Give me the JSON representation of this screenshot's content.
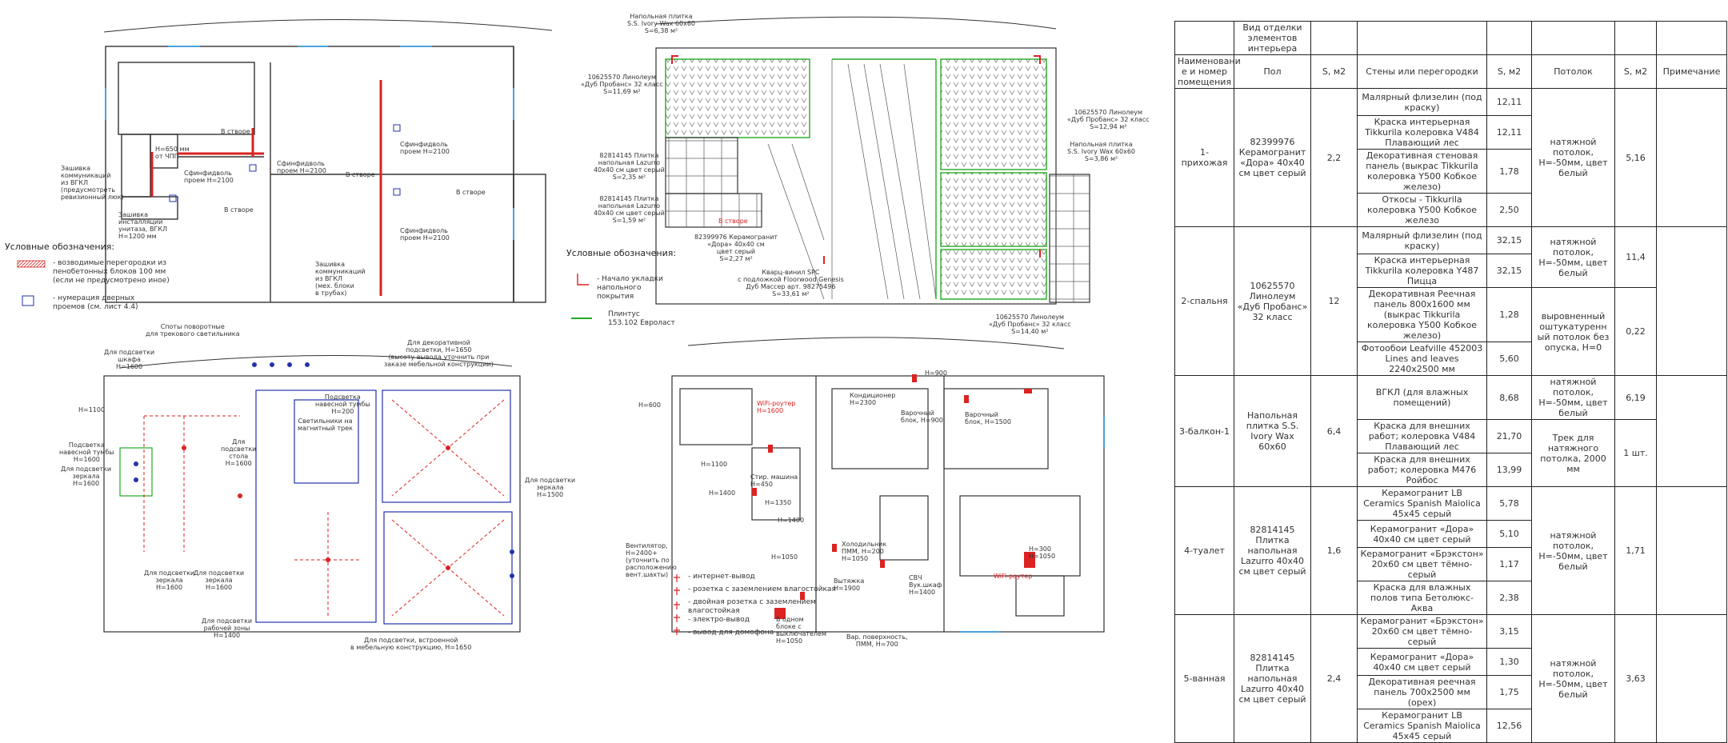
{
  "plans": {
    "plan1": {
      "labels": [
        {
          "id": "door1",
          "text": "В створе"
        },
        {
          "id": "door2",
          "text": "В створе"
        },
        {
          "id": "door3",
          "text": "В створе"
        },
        {
          "id": "door4",
          "text": "В створе"
        },
        {
          "id": "door5",
          "text": "Н=650 мм\nот ЧПП"
        },
        {
          "id": "door6",
          "text": "Сфинфидволь\nпроем Н=2100"
        },
        {
          "id": "door7",
          "text": "Сфинфидволь\nпроем Н=2100"
        },
        {
          "id": "door8",
          "text": "Сфинфидволь\nпроем Н=2100"
        },
        {
          "id": "door9",
          "text": "Сфинфидволь\nпроем Н=2100"
        },
        {
          "id": "note1",
          "text": "Зашивка\nкоммуникаций\nиз ВГКЛ\n(предусмотреть\nревизионный люк)"
        },
        {
          "id": "note2",
          "text": "Зашивка\nинсталляции\nунитаза, ВГКЛ\nН=1200 мм"
        },
        {
          "id": "note3",
          "text": "Зашивка\nкоммуникаций\nиз ВГКЛ\n(мех. блоки\nв трубах)"
        }
      ],
      "legend": {
        "title": "Условные обозначения:",
        "items": [
          {
            "id": "leg1",
            "text": "- возводимые перегородки из\nпенобетонных блоков 100 мм\n(если не предусмотрено иное)"
          },
          {
            "id": "leg2",
            "text": "- нумерация дверных\nпроемов (см. лист 4.4)"
          }
        ]
      }
    },
    "plan2": {
      "labels": [
        {
          "id": "p2a",
          "text": "Напольная плитка\nS.S. Ivory Wax 60x60\nS=6,38 м²"
        },
        {
          "id": "p2b",
          "text": "10625570 Линолеум\n«Дуб Пробанс» 32 класс\nS=11,69 м²"
        },
        {
          "id": "p2c",
          "text": "82814145 Плитка\nнапольная Lazurro\n40x40 см цвет серый\nS=2,35 м²"
        },
        {
          "id": "p2d",
          "text": "82814145 Плитка\nнапольная Lazurro\n40x40 см цвет серый\nS=1,59 м²"
        },
        {
          "id": "p2e",
          "text": "82399976 Керамогранит\n«Дора» 40x40 см\nцвет серый\nS=2,27 м²"
        },
        {
          "id": "p2f",
          "text": "Кварц-винил SPC\nс подложкой Floorwood Genesis\nДуб Массер арт. 98275496\nS=33,61 м²"
        },
        {
          "id": "p2g",
          "text": "10625570 Линолеум\n«Дуб Пробанс» 32 класс\nS=12,94 м²"
        },
        {
          "id": "p2h",
          "text": "Напольная плитка\nS.S. Ivory Wax 60x60\nS=3,86 м²"
        },
        {
          "id": "p2i",
          "text": "10625570 Линолеум\n«Дуб Пробанс» 32 класс\nS=14,40 м²"
        },
        {
          "id": "p2j",
          "text": "В створе"
        }
      ],
      "legend": {
        "title": "Условные обозначения:",
        "items": [
          {
            "id": "l2a",
            "text": "- Начало укладки\nнапольного\nпокрытия"
          },
          {
            "id": "l2b",
            "text": "Плинтус\n153.102 Евроласт"
          }
        ]
      }
    },
    "plan3": {
      "labels": [
        {
          "id": "p3a",
          "text": "Споты поворотные\nдля трекового светильника"
        },
        {
          "id": "p3b",
          "text": "Для декоративной\nподсветки, Н=1650\n(высоту вывода уточнить при\nзаказе мебельной конструкции)"
        },
        {
          "id": "p3c",
          "text": "Для подсветки\nшкафа\nН=1600"
        },
        {
          "id": "p3d",
          "text": "Н=1100"
        },
        {
          "id": "p3e",
          "text": "Подсветка\nнавесной тумбы\nН=1600"
        },
        {
          "id": "p3f",
          "text": "Для подсветки\nзеркала\nН=1600"
        },
        {
          "id": "p3g",
          "text": "Подсветка\nнавесной тумбы\nН=200"
        },
        {
          "id": "p3h",
          "text": "Светильники на\nмагнитный трек"
        },
        {
          "id": "p3i",
          "text": "Для\nподсветки\nстола\nН=1600"
        },
        {
          "id": "p3j",
          "text": "Для подсветки\nзеркала\nН=1500"
        },
        {
          "id": "p3k",
          "text": "Для подсветки\nзеркала\nН=1600"
        },
        {
          "id": "p3l",
          "text": "Для подсветки\nзеркала\nН=1600"
        },
        {
          "id": "p3m",
          "text": "Для подсветки\nрабочей зоны\nН=1400"
        },
        {
          "id": "p3n",
          "text": "Для подсветки, встроенной\nв мебельную конструкцию, Н=1650"
        }
      ]
    },
    "plan4": {
      "labels": [
        {
          "id": "p4a",
          "text": "Н=600"
        },
        {
          "id": "p4b",
          "text": "WiFi-роутер\nН=1600"
        },
        {
          "id": "p4c",
          "text": "Кондиционер\nН=2300"
        },
        {
          "id": "p4d",
          "text": "Н=900"
        },
        {
          "id": "p4e",
          "text": "Варочный\nблок, Н=900"
        },
        {
          "id": "p4f",
          "text": "Варочный\nблок, Н=1500"
        },
        {
          "id": "p4g",
          "text": "Стир. машина\nН=450"
        },
        {
          "id": "p4h",
          "text": "Н=1100"
        },
        {
          "id": "p4i",
          "text": "Н=1400"
        },
        {
          "id": "p4j",
          "text": "Н=1350"
        },
        {
          "id": "p4k",
          "text": "Вентилятор,\nН=2400+\n(уточнить по\nрасположению\nвент.шахты)"
        },
        {
          "id": "p4l",
          "text": "Н=1400"
        },
        {
          "id": "p4m",
          "text": "Н=1050"
        },
        {
          "id": "p4n",
          "text": "Холодильник\nПММ, Н=200\nН=1050"
        },
        {
          "id": "p4o",
          "text": "Вытяжка\nН=1900"
        },
        {
          "id": "p4p",
          "text": "СВЧ\nВук.шкаф\nН=1400"
        },
        {
          "id": "p4q",
          "text": "Н=300\nН=1050"
        },
        {
          "id": "p4r",
          "text": "WiFi-роутер"
        },
        {
          "id": "p4s",
          "text": "Вар. поверхность,\nПММ, Н=700"
        },
        {
          "id": "p4t",
          "text": "В одном\nблоке с\nвыключателем\nН=1050"
        }
      ],
      "legend": {
        "items": [
          {
            "id": "l4a",
            "text": "- интернет-вывод"
          },
          {
            "id": "l4b",
            "text": "- розетка с заземлением влагостойкая"
          },
          {
            "id": "l4c",
            "text": "- двойная розетка с заземлением\nвлагостойкая"
          },
          {
            "id": "l4d",
            "text": "- электро-вывод"
          },
          {
            "id": "l4e",
            "text": "- вывод для домофона"
          }
        ]
      }
    }
  },
  "table": {
    "headers": {
      "finish_type": "Вид отделки элементов интерьера",
      "room": "Наименовани е и номер помещения",
      "floor": "Пол",
      "s1": "S, м2",
      "walls": "Стены или перегородки",
      "s2": "S, м2",
      "ceiling": "Потолок",
      "s3": "S, м2",
      "note": "Примечание"
    },
    "rooms": [
      {
        "name": "1-прихожая",
        "floor": "82399976 Керамогранит «Дора» 40x40 см цвет серый",
        "floor_s": "2,2",
        "walls": [
          {
            "text": "Малярный флизелин (под краску)",
            "s": "12,11"
          },
          {
            "text": "Краска интерьерная Tikkurila колеровка V484 Плавающий лес",
            "s": "12,11"
          },
          {
            "text": "Декоративная стеновая панель (выкрас Tikkurila колеровка Y500 Кобкое железо)",
            "s": "1,78"
          },
          {
            "text": "Откосы - Tikkurila колеровка Y500 Кобкое железо",
            "s": "2,50"
          }
        ],
        "ceilings": [
          {
            "text": "натяжной потолок, Н=-50мм, цвет белый",
            "s": "5,16",
            "span": 4
          }
        ]
      },
      {
        "name": "2-спальня",
        "floor": "10625570 Линолеум «Дуб Пробанс» 32 класс",
        "floor_s": "12",
        "walls": [
          {
            "text": "Малярный флизелин (под краску)",
            "s": "32,15"
          },
          {
            "text": "Краска интерьерная Tikkurila колеровка Y487 Пицца",
            "s": "32,15"
          },
          {
            "text": "Декоративная Реечная панель 800x1600 мм (выкрас Tikkurila колеровка Y500 Кобкое железо)",
            "s": "1,28"
          },
          {
            "text": "Фотообои Leafville 452003 Lines and leaves 2240x2500 мм",
            "s": "5,60"
          }
        ],
        "ceilings": [
          {
            "text": "натяжной потолок, Н=-50мм, цвет белый",
            "s": "11,4",
            "span": 2
          },
          {
            "text": "выровненный оштукатуренн ый потолок без опуска, Н=0",
            "s": "0,22",
            "span": 2
          }
        ]
      },
      {
        "name": "3-балкон-1",
        "floor": "Напольная плитка S.S. Ivory Wax 60x60",
        "floor_s": "6,4",
        "walls": [
          {
            "text": "ВГКЛ (для влажных помещений)",
            "s": "8,68"
          },
          {
            "text": "Краска для внешних работ; колеровка V484 Плавающий лес",
            "s": "21,70"
          },
          {
            "text": "Краска для внешних работ; колеровка M476 Ройбос",
            "s": "13,99"
          }
        ],
        "ceilings": [
          {
            "text": "натяжной потолок, Н=-50мм, цвет белый",
            "s": "6,19",
            "span": 1
          },
          {
            "text": "Трек для натяжного потолка, 2000 мм",
            "s": "1 шт.",
            "span": 2
          }
        ]
      },
      {
        "name": "4-туалет",
        "floor": "82814145 Плитка напольная Lazurro 40x40 см цвет серый",
        "floor_s": "1,6",
        "walls": [
          {
            "text": "Керамогранит LB Ceramics Spanish Maiolica 45x45 серый",
            "s": "5,78"
          },
          {
            "text": "Керамогранит «Дора» 40x40 см цвет серый",
            "s": "5,10"
          },
          {
            "text": "Керамогранит «Брэкстон» 20x60 см цвет тёмно-серый",
            "s": "1,17"
          },
          {
            "text": "Краска для влажных полов типа Бетолюкс- Аква",
            "s": "2,38"
          }
        ],
        "ceilings": [
          {
            "text": "натяжной потолок, Н=-50мм, цвет белый",
            "s": "1,71",
            "span": 4
          }
        ]
      },
      {
        "name": "5-ванная",
        "floor": "82814145 Плитка напольная Lazurro 40x40 см цвет серый",
        "floor_s": "2,4",
        "walls": [
          {
            "text": "Керамогранит «Брэкстон» 20x60 см цвет тёмно-серый",
            "s": "3,15"
          },
          {
            "text": "Керамогранит «Дора» 40x40 см цвет серый",
            "s": "1,30"
          },
          {
            "text": "Декоративная реечная панель 700x2500 мм (орех)",
            "s": "1,75"
          },
          {
            "text": "Керамогранит LB Ceramics Spanish Maiolica 45x45 серый",
            "s": "12,56"
          }
        ],
        "ceilings": [
          {
            "text": "натяжной потолок, Н=-50мм, цвет белый",
            "s": "3,63",
            "span": 4
          }
        ]
      }
    ]
  },
  "colors": {
    "wall": "#333333",
    "window": "#4aa3df",
    "red": "#dd2222",
    "green": "#22aa22",
    "blue": "#2233aa"
  }
}
